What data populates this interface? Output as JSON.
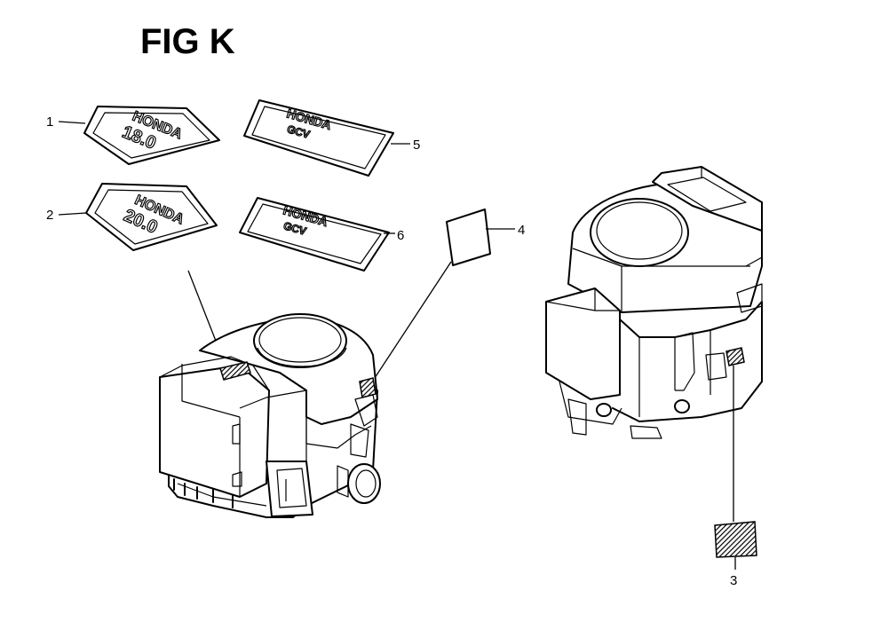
{
  "figure": {
    "title": "FIG K"
  },
  "decals": [
    {
      "id": 1,
      "callout": "1",
      "line1": "HONDA",
      "line2": "18.0"
    },
    {
      "id": 2,
      "callout": "2",
      "line1": "HONDA",
      "line2": "20.0"
    },
    {
      "id": 5,
      "callout": "5",
      "line1": "HONDA",
      "line2": "GCV",
      "line3": ""
    },
    {
      "id": 6,
      "callout": "6",
      "line1": "HONDA",
      "line2": "GCV",
      "line3": ""
    }
  ],
  "labels": [
    {
      "id": 3,
      "callout": "3"
    },
    {
      "id": 4,
      "callout": "4"
    }
  ]
}
